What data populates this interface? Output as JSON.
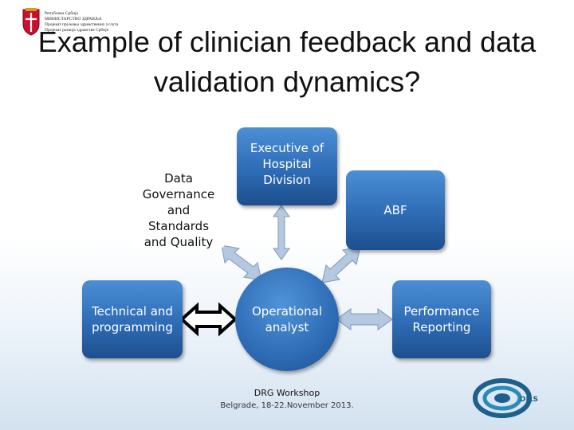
{
  "header": {
    "ministry_lines": [
      "Република Србија",
      "МИНИСТАРСТВО ЗДРАВЉА",
      "Пројекат пружања здравствених услуга",
      "Пројекат развоја здравства Србије"
    ]
  },
  "title": {
    "line1": "Example of clinician feedback and data",
    "line2": "validation dynamics?"
  },
  "nodes": {
    "data_governance": [
      "Data",
      "Governance",
      "and Standards",
      "and Quality"
    ],
    "executive": [
      "Executive of",
      "Hospital",
      "Division"
    ],
    "abf": [
      "ABF"
    ],
    "technical": [
      "Technical and",
      "programming"
    ],
    "operational": [
      "Operational",
      "analyst"
    ],
    "performance": [
      "Performance",
      "Reporting"
    ]
  },
  "footer": {
    "line1": "DRG Workshop",
    "line2": "Belgrade, 18-22.November 2013."
  },
  "logo": {
    "text": "DILS"
  },
  "colors": {
    "box": "#2e6cb5",
    "box_dark": "#1d4f8d",
    "arrow": "#b4c8e0",
    "arrow_stroke": "#7f98b8",
    "bold_arrow": "#000000"
  }
}
